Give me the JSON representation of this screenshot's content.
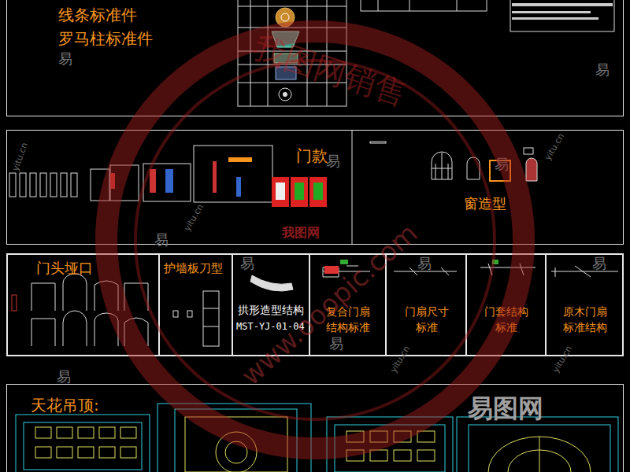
{
  "diagram": {
    "nodes": [
      {
        "text": [
          "线条标准件",
          "罗马柱标准件"
        ]
      },
      {
        "text": [
          "门款",
          "窗造型"
        ]
      },
      {
        "text": [
          "门头垭口"
        ]
      },
      {
        "text": [
          "护墙板刀型"
        ]
      },
      {
        "text": [
          "拱形造型结构",
          "MST-YJ-01-04"
        ]
      },
      {
        "text": [
          "复合门扇结构标准"
        ]
      },
      {
        "text": [
          "门扇尺寸标准"
        ]
      },
      {
        "text": [
          "门套结构标准"
        ]
      },
      {
        "text": [
          "原木门扇标准结构"
        ]
      },
      {
        "text": [
          "天花吊顶:"
        ]
      }
    ],
    "labels": [
      "我图网",
      "易图网",
      "www.ooopic.com",
      "我图网销售",
      "易",
      "易",
      "易",
      "易",
      "易",
      "易",
      "易",
      "易",
      "易",
      "易",
      "yitu.cn",
      "yitu.cn",
      "yitu.cn",
      "yitu.cn",
      "yitu.cn"
    ]
  }
}
